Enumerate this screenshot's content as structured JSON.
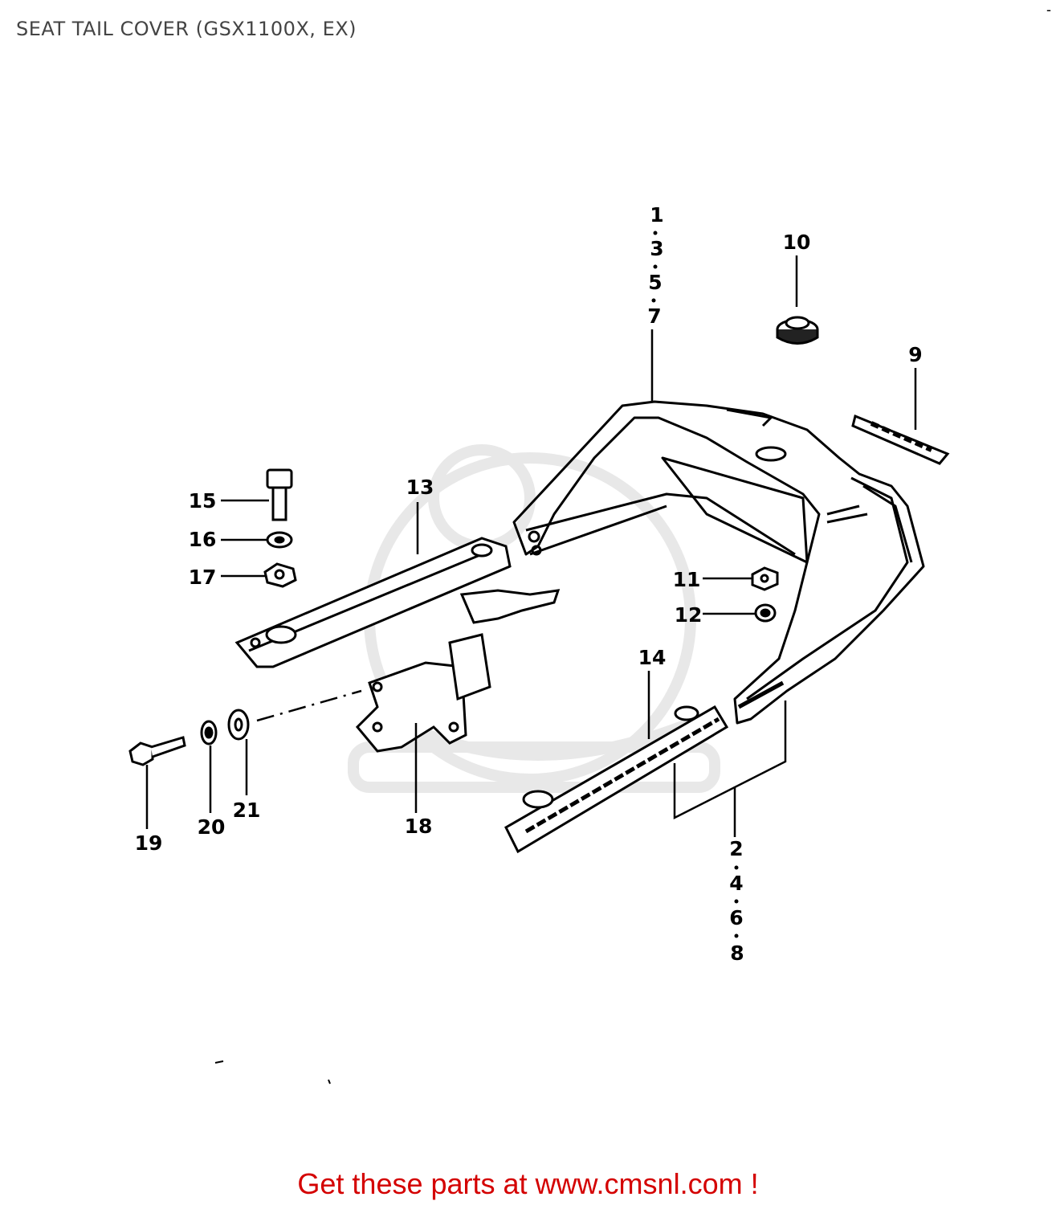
{
  "title": "SEAT TAIL COVER (GSX1100X, EX)",
  "top_mark": "-",
  "callouts": {
    "c1": "1",
    "c3": "3",
    "c5": "5",
    "c7": "7",
    "c2": "2",
    "c4": "4",
    "c6": "6",
    "c8": "8",
    "c9": "9",
    "c10": "10",
    "c11": "11",
    "c12": "12",
    "c13": "13",
    "c14": "14",
    "c15": "15",
    "c16": "16",
    "c17": "17",
    "c18": "18",
    "c19": "19",
    "c20": "20",
    "c21": "21"
  },
  "footer": "Get these parts at www.cmsnl.com !",
  "colors": {
    "footer": "#d40000",
    "lines": "#000000",
    "watermark": "#e6e6e6"
  }
}
